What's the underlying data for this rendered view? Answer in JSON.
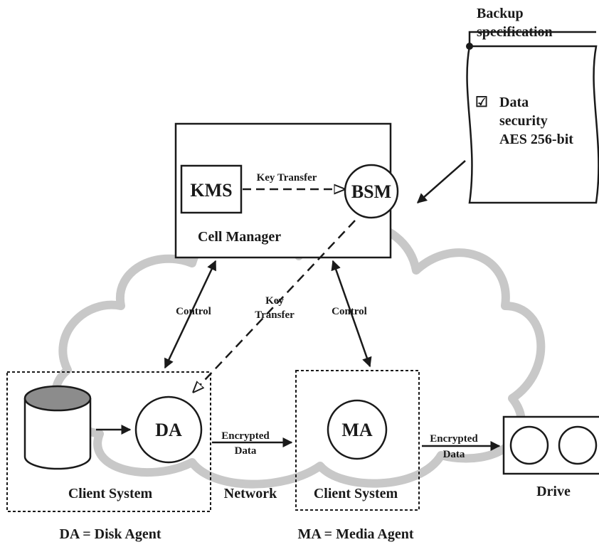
{
  "backup_spec": {
    "title_line1": "Backup",
    "title_line2": "specification",
    "check_mark": "☑",
    "line1": "Data",
    "line2": "security",
    "line3": "AES 256-bit"
  },
  "cell_manager": {
    "label": "Cell Manager",
    "kms": "KMS",
    "bsm": "BSM",
    "key_transfer": "Key Transfer"
  },
  "links": {
    "control_left": "Control",
    "control_right": "Control",
    "key_transfer_line1": "Key",
    "key_transfer_line2": "Transfer",
    "encrypted_1_line1": "Encrypted",
    "encrypted_1_line2": "Data",
    "encrypted_2_line1": "Encrypted",
    "encrypted_2_line2": "Data",
    "network": "Network"
  },
  "client_left": {
    "agent": "DA",
    "label": "Client System"
  },
  "client_right": {
    "agent": "MA",
    "label": "Client System"
  },
  "drive": {
    "label": "Drive"
  },
  "legend": {
    "da": "DA = Disk Agent",
    "ma": "MA = Media Agent"
  },
  "colors": {
    "stroke": "#1a1a1a",
    "cloud": "#c8c8c8",
    "disk_top": "#8c8c8c"
  }
}
